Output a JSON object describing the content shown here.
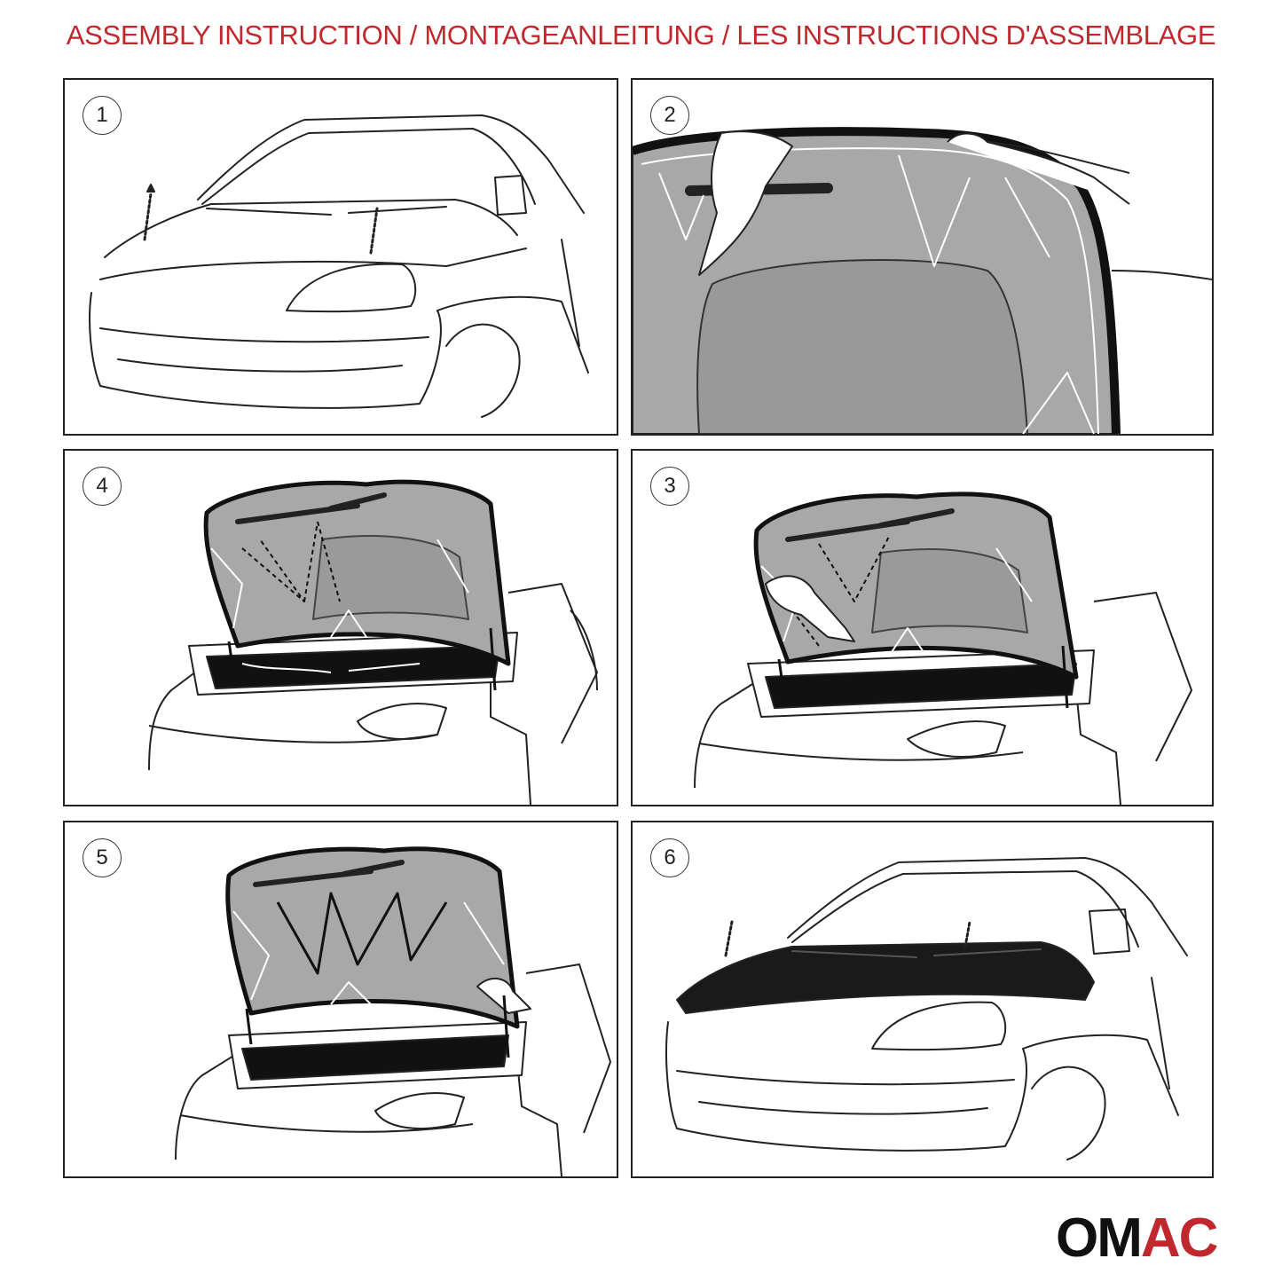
{
  "header": {
    "title": "ASSEMBLY INSTRUCTION / MONTAGEANLEITUNG / LES INSTRUCTIONS D'ASSEMBLAGE"
  },
  "panels": [
    {
      "number": "1",
      "illustration": "car-front-view"
    },
    {
      "number": "2",
      "illustration": "hood-underside-cover-fitting"
    },
    {
      "number": "4",
      "illustration": "open-hood-dashed-straps"
    },
    {
      "number": "3",
      "illustration": "open-hood-dashed-straps-with-hand"
    },
    {
      "number": "5",
      "illustration": "open-hood-solid-straps"
    },
    {
      "number": "6",
      "illustration": "car-with-hood-bra-installed"
    }
  ],
  "logo": {
    "part1": "OM",
    "part2": "AC",
    "color_dark": "#111111",
    "color_accent": "#c0282d"
  },
  "colors": {
    "title": "#c0282d",
    "hood_fill": "#a8a8a8",
    "bra_fill": "#1a1a1a"
  }
}
